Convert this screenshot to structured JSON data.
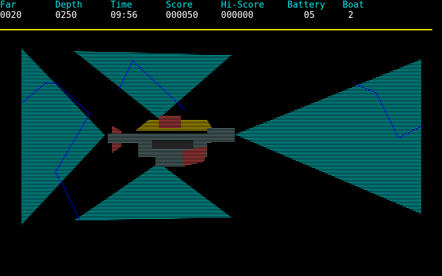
{
  "hud": {
    "far": {
      "label": "Far",
      "value": "0020"
    },
    "depth": {
      "label": "Depth",
      "value": "0250"
    },
    "time": {
      "label": "Time",
      "value": "09:56"
    },
    "score": {
      "label": "Score",
      "value": "000050"
    },
    "hiscore": {
      "label": "Hi-Score",
      "value": "000000"
    },
    "battery": {
      "label": "Battery",
      "value": "05"
    },
    "boat": {
      "label": "Boat",
      "value": "2"
    }
  },
  "colors": {
    "wall": "#00c8c8",
    "line": "#0000e0",
    "label": "#00e8e8",
    "rule": "#e8e800"
  }
}
